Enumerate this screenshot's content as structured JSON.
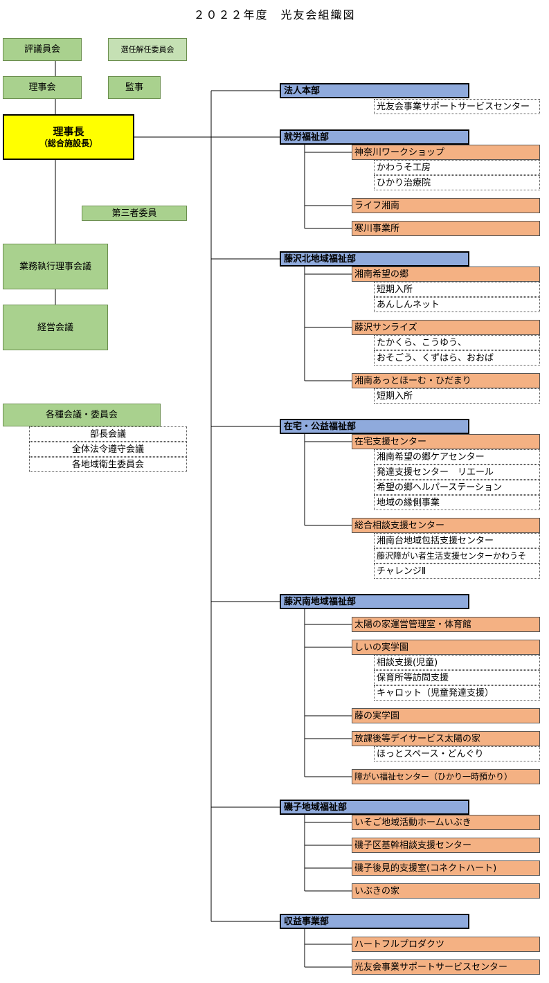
{
  "title": "２０２２年度　光友会組織図",
  "governance": {
    "council": "評議員会",
    "appointment_committee": "選任解任委員会",
    "board": "理事会",
    "auditor": "監事",
    "chairman": "理事長",
    "chairman_sub": "（総合施設長）",
    "third_party": "第三者委員",
    "executive_board": "業務執行理事会議",
    "management": "経営会議",
    "committees": "各種会議・委員会",
    "committee_items": [
      "部長会議",
      "全体法令遵守会議",
      "各地域衛生委員会"
    ]
  },
  "departments": [
    {
      "name": "法人本部",
      "facilities": [],
      "subs": [
        "光友会事業サポートサービスセンター"
      ]
    },
    {
      "name": "就労福祉部",
      "facilities": [
        {
          "name": "神奈川ワークショップ",
          "subs": [
            "かわうそ工房",
            "ひかり治療院"
          ]
        },
        {
          "name": "ライフ湘南",
          "subs": []
        },
        {
          "name": "寒川事業所",
          "subs": []
        }
      ]
    },
    {
      "name": "藤沢北地域福祉部",
      "facilities": [
        {
          "name": "湘南希望の郷",
          "subs": [
            "短期入所",
            "あんしんネット"
          ]
        },
        {
          "name": "藤沢サンライズ",
          "subs": [
            "たかくら、こうゆう、",
            "おそごう、くずはら、おおば"
          ]
        },
        {
          "name": "湘南あっとほーむ・ひだまり",
          "subs": [
            "短期入所"
          ]
        }
      ]
    },
    {
      "name": "在宅・公益福祉部",
      "facilities": [
        {
          "name": "在宅支援センター",
          "subs": [
            "湘南希望の郷ケアセンター",
            "発達支援センター　リエール",
            "希望の郷ヘルパーステーション",
            "地域の縁側事業"
          ]
        },
        {
          "name": "総合相談支援センター",
          "subs": [
            "湘南台地域包括支援センター",
            "藤沢障がい者生活支援センターかわうそ",
            "チャレンジⅡ"
          ]
        }
      ]
    },
    {
      "name": "藤沢南地域福祉部",
      "facilities": [
        {
          "name": "太陽の家運営管理室・体育館",
          "subs": []
        },
        {
          "name": "しいの実学園",
          "subs": [
            "相談支援(児童)",
            "保育所等訪問支援",
            "キャロット（児童発達支援）"
          ]
        },
        {
          "name": "藤の実学園",
          "subs": []
        },
        {
          "name": "放課後等デイサービス太陽の家",
          "subs": [
            "ほっとスペース・どんぐり"
          ]
        },
        {
          "name": "障がい福祉センター（ひかり一時預かり）",
          "subs": []
        }
      ]
    },
    {
      "name": "磯子地域福祉部",
      "facilities": [
        {
          "name": "いそご地域活動ホームいぶき",
          "subs": []
        },
        {
          "name": "磯子区基幹相談支援センター",
          "subs": []
        },
        {
          "name": "磯子後見的支援室(コネクトハート)",
          "subs": []
        },
        {
          "name": "いぶきの家",
          "subs": []
        }
      ]
    },
    {
      "name": "収益事業部",
      "facilities": [
        {
          "name": "ハートフルプロダクツ",
          "subs": []
        },
        {
          "name": "光友会事業サポートサービスセンター",
          "subs": []
        }
      ]
    }
  ]
}
